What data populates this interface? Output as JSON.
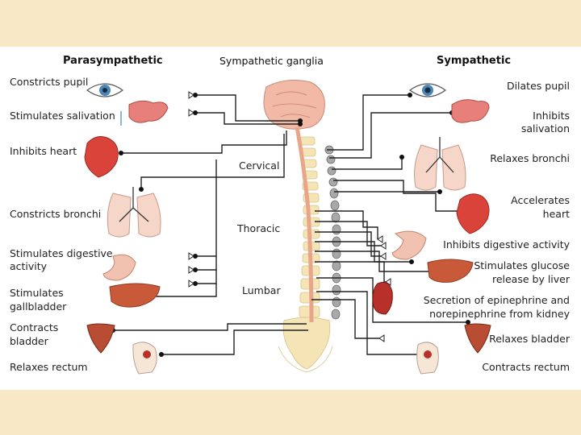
{
  "headers": {
    "left": "Parasympathetic",
    "center": "Sympathetic ganglia",
    "right": "Sympathetic"
  },
  "regions": {
    "cervical": "Cervical",
    "thoracic": "Thoracic",
    "lumbar": "Lumbar"
  },
  "parasympathetic": {
    "pupil": "Constricts pupil",
    "saliva": "Stimulates salivation",
    "heart": "Inhibits heart",
    "bronchi": "Constricts bronchi",
    "digest1": "Stimulates digestive",
    "digest2": "activity",
    "gall1": "Stimulates",
    "gall2": "gallbladder",
    "bladder1": "Contracts",
    "bladder2": "bladder",
    "rectum": "Relaxes rectum"
  },
  "sympathetic": {
    "pupil": "Dilates pupil",
    "saliva1": "Inhibits",
    "saliva2": "salivation",
    "bronchi": "Relaxes bronchi",
    "heart1": "Accelerates",
    "heart2": "heart",
    "digest": "Inhibits digestive activity",
    "glucose1": "Stimulates glucose",
    "glucose2": "release by liver",
    "kidney1": "Secretion of epinephrine and",
    "kidney2": "norepinephrine from kidney",
    "bladder": "Relaxes bladder",
    "rectum": "Contracts rectum"
  },
  "colors": {
    "band": "#f8e8c6",
    "organ_red": "#d9433a",
    "nerve": "#222222",
    "spine_bone": "#f3e3b4",
    "ganglia": "#9a9a9a"
  }
}
